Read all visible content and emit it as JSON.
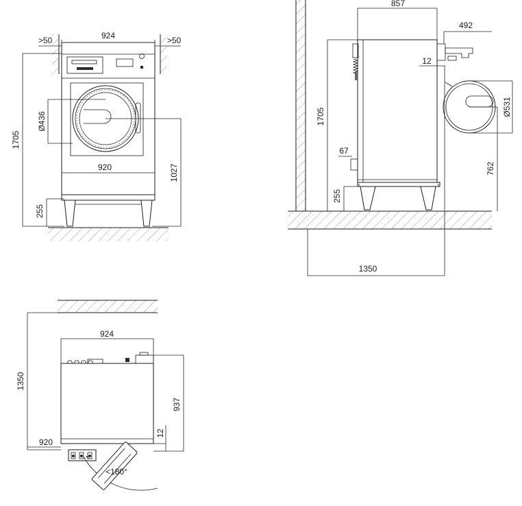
{
  "front_view": {
    "width_top": "924",
    "clear_left": ">50",
    "clear_right": ">50",
    "height_total": "1705",
    "door_diameter": "Ø436",
    "inner_width": "920",
    "door_center_height": "1027",
    "base_height": "255"
  },
  "side_view": {
    "depth": "857",
    "hose_projection": "492",
    "small_offset": "12",
    "height_total": "1705",
    "door_diameter": "Ø531",
    "drain_height": "67",
    "door_center_height": "762",
    "base_height": "255",
    "total_depth": "1350"
  },
  "top_view": {
    "width": "924",
    "depth_total": "1350",
    "depth_machine": "937",
    "offset": "12",
    "door_width": "920",
    "door_swing": "<180°"
  }
}
